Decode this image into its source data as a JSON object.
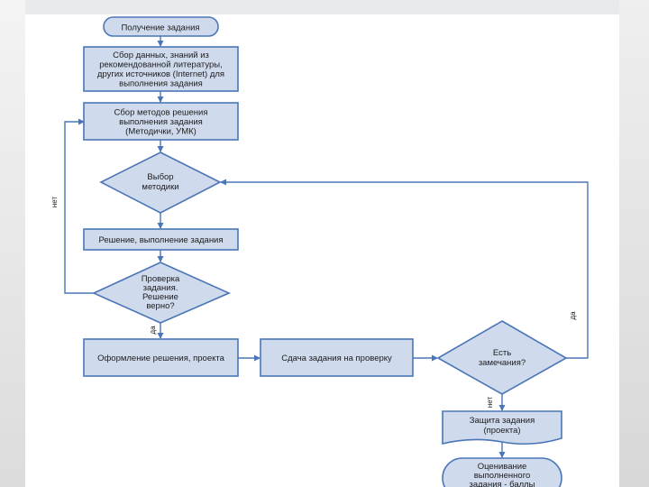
{
  "nodes": {
    "start": [
      "Получение задания"
    ],
    "collect": [
      "Сбор данных, знаний из",
      "рекомендованной литературы,",
      "других источников (Internet) для",
      "выполнения задания"
    ],
    "choose": [
      "Сбор методов решения",
      "выполнения задания",
      "(Методички, УМК)"
    ],
    "select": [
      "Выбор",
      "методики"
    ],
    "solve": [
      "Решение, выполнение задания"
    ],
    "check": [
      "Проверка",
      "задания.",
      "Решение",
      "верно?"
    ],
    "format": [
      "Оформление решения, проекта"
    ],
    "submit": [
      "Сдача задания на проверку"
    ],
    "remarks": [
      "Есть",
      "замечания?"
    ],
    "defense": [
      "Защита задания",
      "(проекта)"
    ],
    "grade": [
      "Оценивание",
      "выполненного",
      "задания - баллы"
    ]
  },
  "edge_labels": {
    "check_no": "нет",
    "check_yes": "да",
    "remarks_yes": "да",
    "remarks_no": "нет"
  },
  "colors": {
    "fill": "#cfdbed",
    "stroke": "#4a76b7"
  }
}
